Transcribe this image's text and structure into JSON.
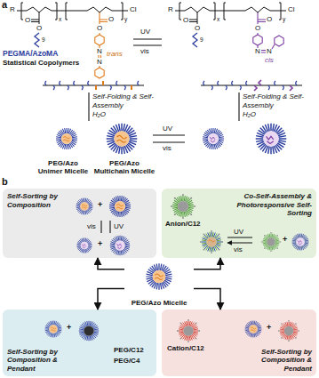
{
  "diagram": {
    "nodes": [
      {
        "text": [
          "Self-Sorting by Composition"
        ]
      },
      {
        "text": [
          "Co-Self-Assembly & Photoresponsive Self-Sorting"
        ]
      },
      {
        "text": [
          "PEG/Azo Micelle"
        ]
      },
      {
        "text": [
          "Self-Sorting by Composition & Pendant"
        ]
      },
      {
        "text": [
          "Self-Sorting by Composition & Pendant"
        ]
      }
    ],
    "edges": [
      {
        "from": 2,
        "to": 0,
        "arrow": "to"
      },
      {
        "from": 2,
        "to": 1,
        "arrow": "to"
      },
      {
        "from": 2,
        "to": 3,
        "arrow": "to"
      },
      {
        "from": 2,
        "to": 4,
        "arrow": "to"
      }
    ],
    "labels": [
      "a",
      "R",
      "x",
      "y",
      "Cl",
      "O",
      "O",
      "9",
      "O",
      "O",
      "N",
      "N",
      "R",
      "x",
      "y",
      "Cl",
      "O",
      "O",
      "9",
      "O",
      "O",
      "N",
      "N",
      "UV",
      "vis",
      "PEGMA/AzoMA",
      "Statistical Copolymers",
      "trans",
      "cis",
      "Self-Folding & Self-Assembly",
      "H₂O",
      "Self-Folding & Self-Assembly",
      "H₂O",
      "PEG/Azo Unimer Micelle",
      "PEG/Azo Multichain Micelle",
      "UV",
      "vis",
      "b",
      "+",
      "vis",
      "UV",
      "+",
      "Anion/C12",
      "UV",
      "vis",
      "+",
      "+",
      "PEG/C12",
      "PEG/C4",
      "Cation/C12",
      "+"
    ]
  }
}
